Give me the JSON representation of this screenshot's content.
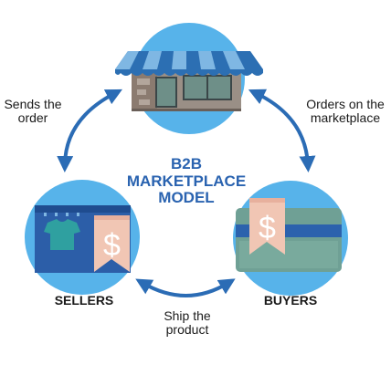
{
  "title": [
    "B2B",
    "MARKETPLACE",
    "MODEL"
  ],
  "nodes": {
    "top": {
      "icon": "storefront-icon"
    },
    "left": {
      "name": "SELLERS",
      "icon": "storefront-seller-icon"
    },
    "right": {
      "name": "BUYERS",
      "icon": "credit-card-icon"
    }
  },
  "edges": {
    "left_top": [
      "Sends the",
      "order"
    ],
    "top_right": [
      "Orders on the",
      "marketplace"
    ],
    "bottom": [
      "Ship the",
      "product"
    ]
  },
  "colors": {
    "circle": "#57b3ea",
    "arrow": "#2b6cb5",
    "title": "#2a63b0",
    "awning_blue": "#2c6fb3",
    "tag": "#f1c6b4"
  }
}
